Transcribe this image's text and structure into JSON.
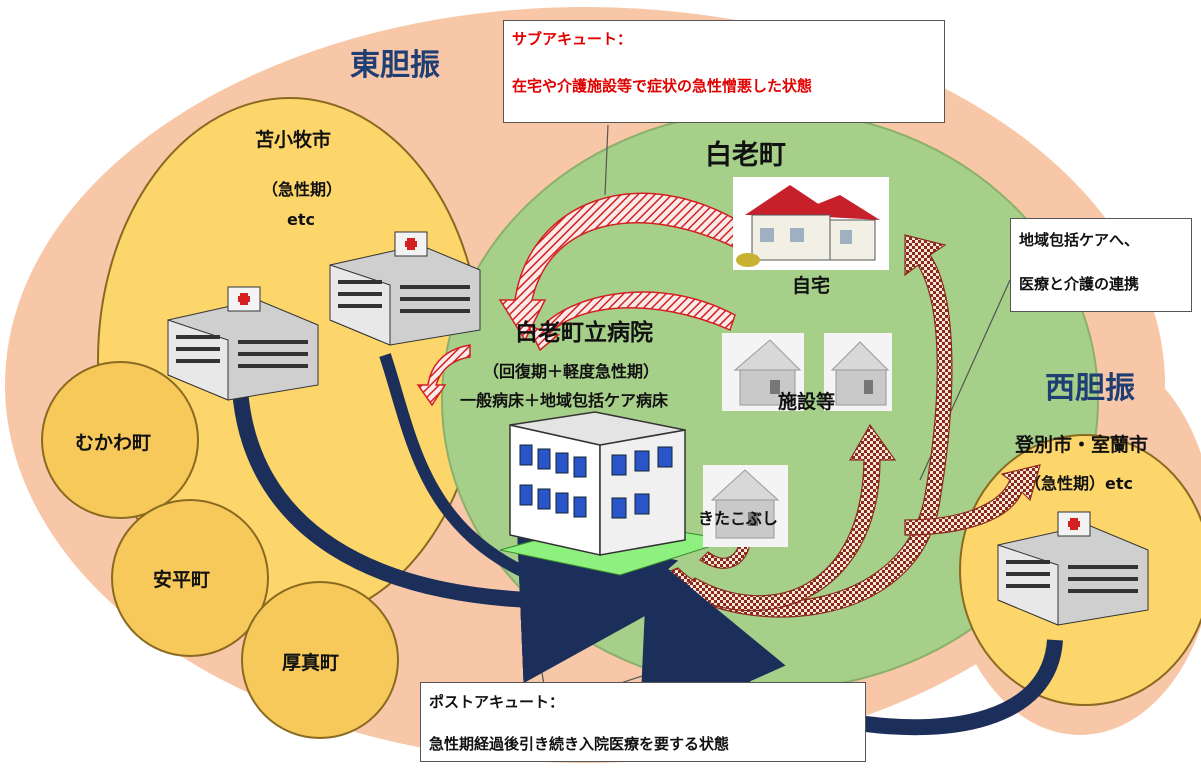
{
  "regions": {
    "east": "東胆振",
    "west": "西胆振",
    "shiraoi": "白老町"
  },
  "east_towns": {
    "tomakomai": "苫小牧市",
    "tomakomai_phase": "（急性期）",
    "tomakomai_etc": "etc",
    "mukawa": "むかわ町",
    "abira": "安平町",
    "atsuma": "厚真町"
  },
  "west_towns": {
    "noboribetsu": "登別市・室蘭市",
    "phase": "（急性期）etc"
  },
  "hospital": {
    "name": "白老町立病院",
    "phase": "（回復期＋軽度急性期）",
    "beds": "一般病床＋地域包括ケア病床"
  },
  "destinations": {
    "home": "自宅",
    "facility": "施設等",
    "kitakobushi": "きたこぶし"
  },
  "callouts": {
    "subacute_title": "サブアキュート：",
    "subacute_desc": "在宅や介護施設等で症状の急性憎悪した状態",
    "postacute_title": "ポストアキュート：",
    "postacute_desc": "急性期経過後引き続き入院医療を要する状態",
    "community_line1": "地域包括ケアへ、",
    "community_line2": "医療と介護の連携"
  },
  "colors": {
    "east_bg": "#f7c7a8",
    "west_bg": "#f7c7a8",
    "city_yellow": "#fcd56b",
    "town_yellow": "#f6c95a",
    "shiraoi_green": "#a6d08a",
    "navy_arrow": "#1c2f5a",
    "red_arrow": "#d42020",
    "brown_arrow": "#8b2a1c",
    "region_title": "#1f3e73",
    "callout_red": "#e00000"
  },
  "icons": [
    "hospital-building-icon",
    "house-icon",
    "facility-house-icon",
    "main-hospital-icon"
  ]
}
